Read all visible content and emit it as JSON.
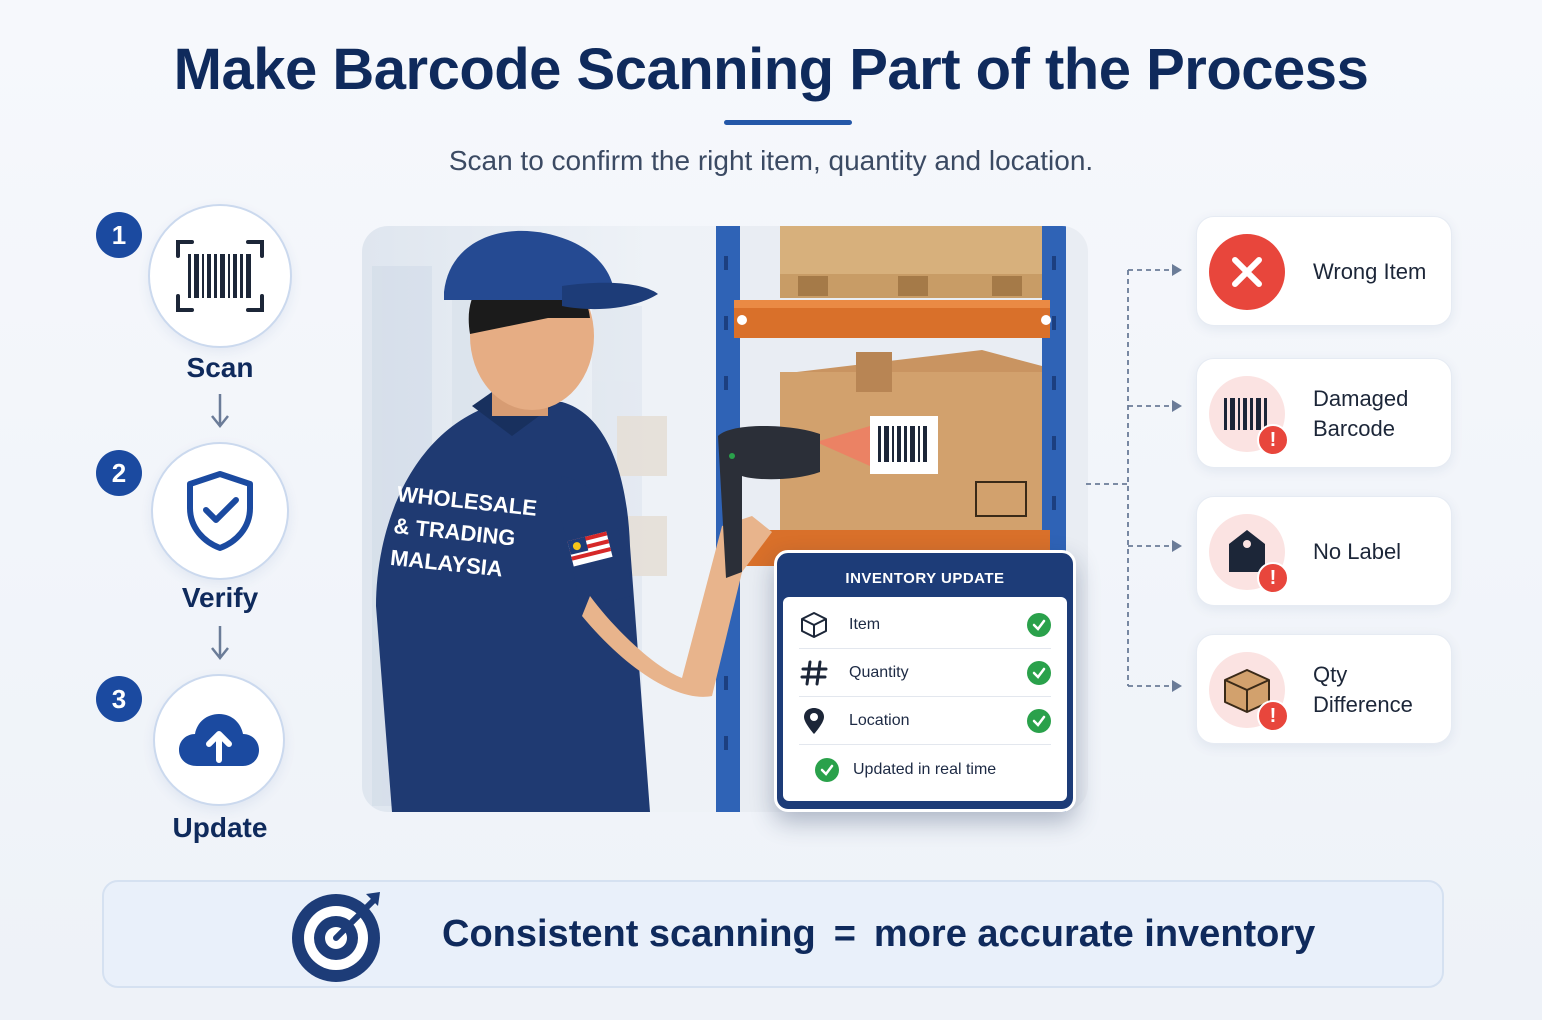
{
  "header": {
    "title": "Make Barcode Scanning Part of the Process",
    "subtitle": "Scan to confirm the right item, quantity and location."
  },
  "steps": [
    {
      "number": "1",
      "label": "Scan",
      "icon": "barcode-scan-icon"
    },
    {
      "number": "2",
      "label": "Verify",
      "icon": "shield-check-icon"
    },
    {
      "number": "3",
      "label": "Update",
      "icon": "cloud-upload-icon"
    }
  ],
  "scene": {
    "shirt_text": [
      "WHOLESALE",
      "& TRADING",
      "MALAYSIA"
    ]
  },
  "inventory": {
    "title": "INVENTORY UPDATE",
    "rows": [
      {
        "label": "Item",
        "icon": "box-icon"
      },
      {
        "label": "Quantity",
        "icon": "hash-icon"
      },
      {
        "label": "Location",
        "icon": "location-pin-icon"
      }
    ],
    "footer": "Updated in real time"
  },
  "issues": [
    {
      "label": "Wrong Item",
      "icon": "x-circle-icon"
    },
    {
      "label": "Damaged Barcode",
      "icon": "barcode-warning-icon"
    },
    {
      "label": "No Label",
      "icon": "tag-warning-icon"
    },
    {
      "label": "Qty Difference",
      "icon": "box-warning-icon"
    }
  ],
  "banner": {
    "left": "Consistent scanning",
    "eq": "=",
    "right": "more accurate inventory",
    "icon": "target-icon"
  },
  "colors": {
    "navy": "#0f2a5c",
    "accent_blue": "#1b4aa0",
    "danger_red": "#e8463c",
    "success_green": "#2aa14b"
  }
}
